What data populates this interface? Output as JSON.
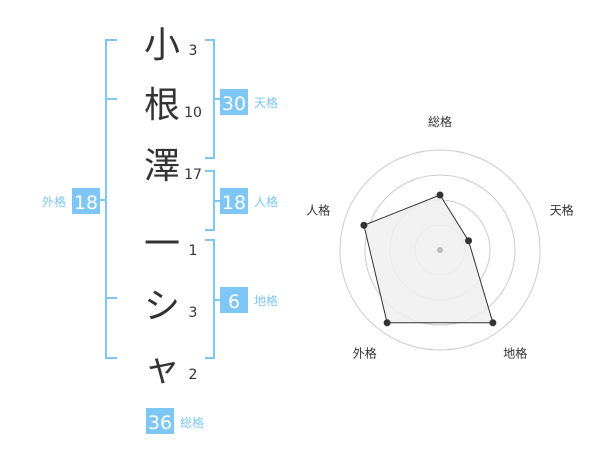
{
  "colors": {
    "bracket": "#7ec6f5",
    "badge_bg": "#7ec6f5",
    "badge_text": "#ffffff",
    "label": "#7ec6f5",
    "text": "#333333",
    "ring": "#cccccc",
    "polygon_fill": "#eeeeee",
    "polygon_stroke": "#333333",
    "point": "#333333",
    "center_dot": "#bbbbbb"
  },
  "name": {
    "characters": [
      {
        "char": "小",
        "strokes": "3"
      },
      {
        "char": "根",
        "strokes": "10"
      },
      {
        "char": "澤",
        "strokes": "17"
      },
      {
        "char": "一",
        "strokes": "1"
      },
      {
        "char": "シ",
        "strokes": "3"
      },
      {
        "char": "ャ",
        "strokes": "2"
      }
    ]
  },
  "fortunes": {
    "tenkaku": {
      "value": "30",
      "label": "天格"
    },
    "jinkaku": {
      "value": "18",
      "label": "人格"
    },
    "chikaku": {
      "value": "6",
      "label": "地格"
    },
    "gaikaku": {
      "value": "18",
      "label": "外格"
    },
    "soukaku": {
      "value": "36",
      "label": "総格"
    }
  },
  "chart_data": {
    "type": "radar",
    "axes": [
      "総格",
      "天格",
      "地格",
      "外格",
      "人格"
    ],
    "values": [
      0.55,
      0.3,
      0.9,
      0.9,
      0.8
    ],
    "rings": 4,
    "max": 1
  }
}
